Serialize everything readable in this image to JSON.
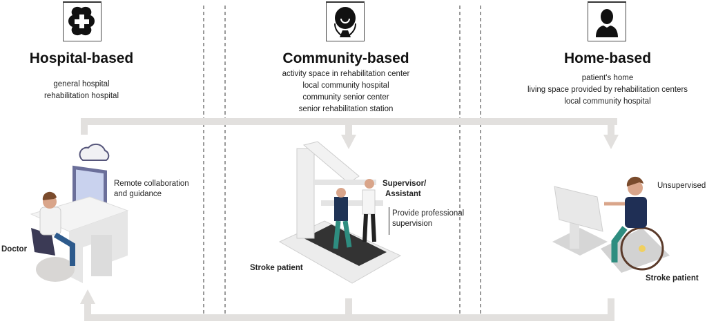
{
  "columns": [
    {
      "icon": "medical-cross-icon",
      "title": "Hospital-based",
      "items": [
        "general hospital",
        "rehabilitation hospital"
      ]
    },
    {
      "icon": "supported-person-icon",
      "title": "Community-based",
      "items": [
        "activity space in rehabilitation center",
        "local community hospital",
        "community senior center",
        "senior rehabilitation station"
      ]
    },
    {
      "icon": "person-icon",
      "title": "Home-based",
      "items": [
        "patient's home",
        "living space provided by rehabilitation centers",
        "local community hospital"
      ]
    }
  ],
  "labels": {
    "remote": [
      "Remote collaboration",
      "and guidance"
    ],
    "doctor": "Doctor",
    "supervisor": [
      "Supervisor/",
      "Assistant"
    ],
    "provide": [
      "Provide professional",
      "supervision"
    ],
    "stroke_community": "Stroke patient",
    "unsupervised": "Unsupervised",
    "stroke_home": "Stroke patient"
  },
  "colors": {
    "arrow": "#e2e0de",
    "divider": "#333333"
  }
}
